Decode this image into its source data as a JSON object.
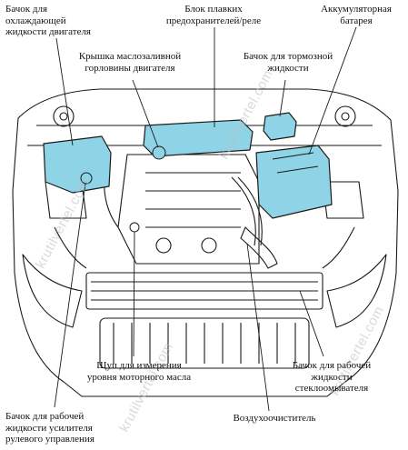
{
  "labels": {
    "coolant_tank": "Бачок для\nохлаждающей\nжидкости двигателя",
    "fuse_box": "Блок плавких\nпредохранителей/реле",
    "battery": "Аккумуляторная\nбатарея",
    "oil_cap": "Крышка маслозаливной\nгорловины двигателя",
    "brake_fluid": "Бачок для тормозной\nжидкости",
    "dipstick": "Щуп для измерения\nуровня моторного масла",
    "washer_fluid": "Бачок для рабочей\nжидкости\nстеклоомывателя",
    "air_filter": "Воздухоочиститель",
    "power_steering": "Бачок для рабочей\nжидкости усилителя\nрулевого управления"
  },
  "watermark": "krutilvertel.com",
  "colors": {
    "highlight": "#8fd3e6",
    "line": "#1a1a1a"
  }
}
